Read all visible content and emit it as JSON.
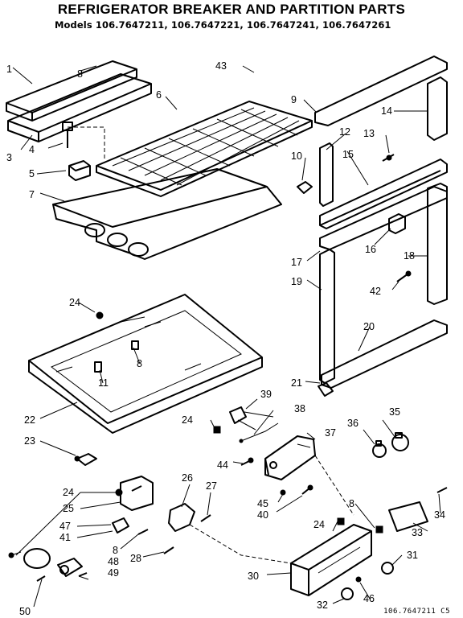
{
  "title": "REFRIGERATOR BREAKER AND PARTITION PARTS",
  "models": "Models 106.7647211, 106.7647221, 106.7647241, 106.7647261",
  "footer_code": "106.7647211 C5",
  "callouts": {
    "c1": "1",
    "c3": "3",
    "c4": "4",
    "c5": "5",
    "c6": "6",
    "c7": "7",
    "c8a": "8",
    "c8b": "8",
    "c8c": "8",
    "c8d": "8",
    "c9": "9",
    "c10": "10",
    "c11": "11",
    "c12": "12",
    "c13": "13",
    "c14": "14",
    "c15": "15",
    "c16": "16",
    "c17": "17",
    "c18": "18",
    "c19": "19",
    "c20": "20",
    "c21": "21",
    "c22": "22",
    "c23": "23",
    "c24a": "24",
    "c24b": "24",
    "c24c": "24",
    "c24d": "24",
    "c25": "25",
    "c26": "26",
    "c27": "27",
    "c28": "28",
    "c30": "30",
    "c31": "31",
    "c32": "32",
    "c33": "33",
    "c34": "34",
    "c35": "35",
    "c36": "36",
    "c37": "37",
    "c38": "38",
    "c39": "39",
    "c40": "40",
    "c41": "41",
    "c42": "42",
    "c43": "43",
    "c44": "44",
    "c45": "45",
    "c46": "46",
    "c47": "47",
    "c48": "48",
    "c49": "49",
    "c50": "50"
  }
}
